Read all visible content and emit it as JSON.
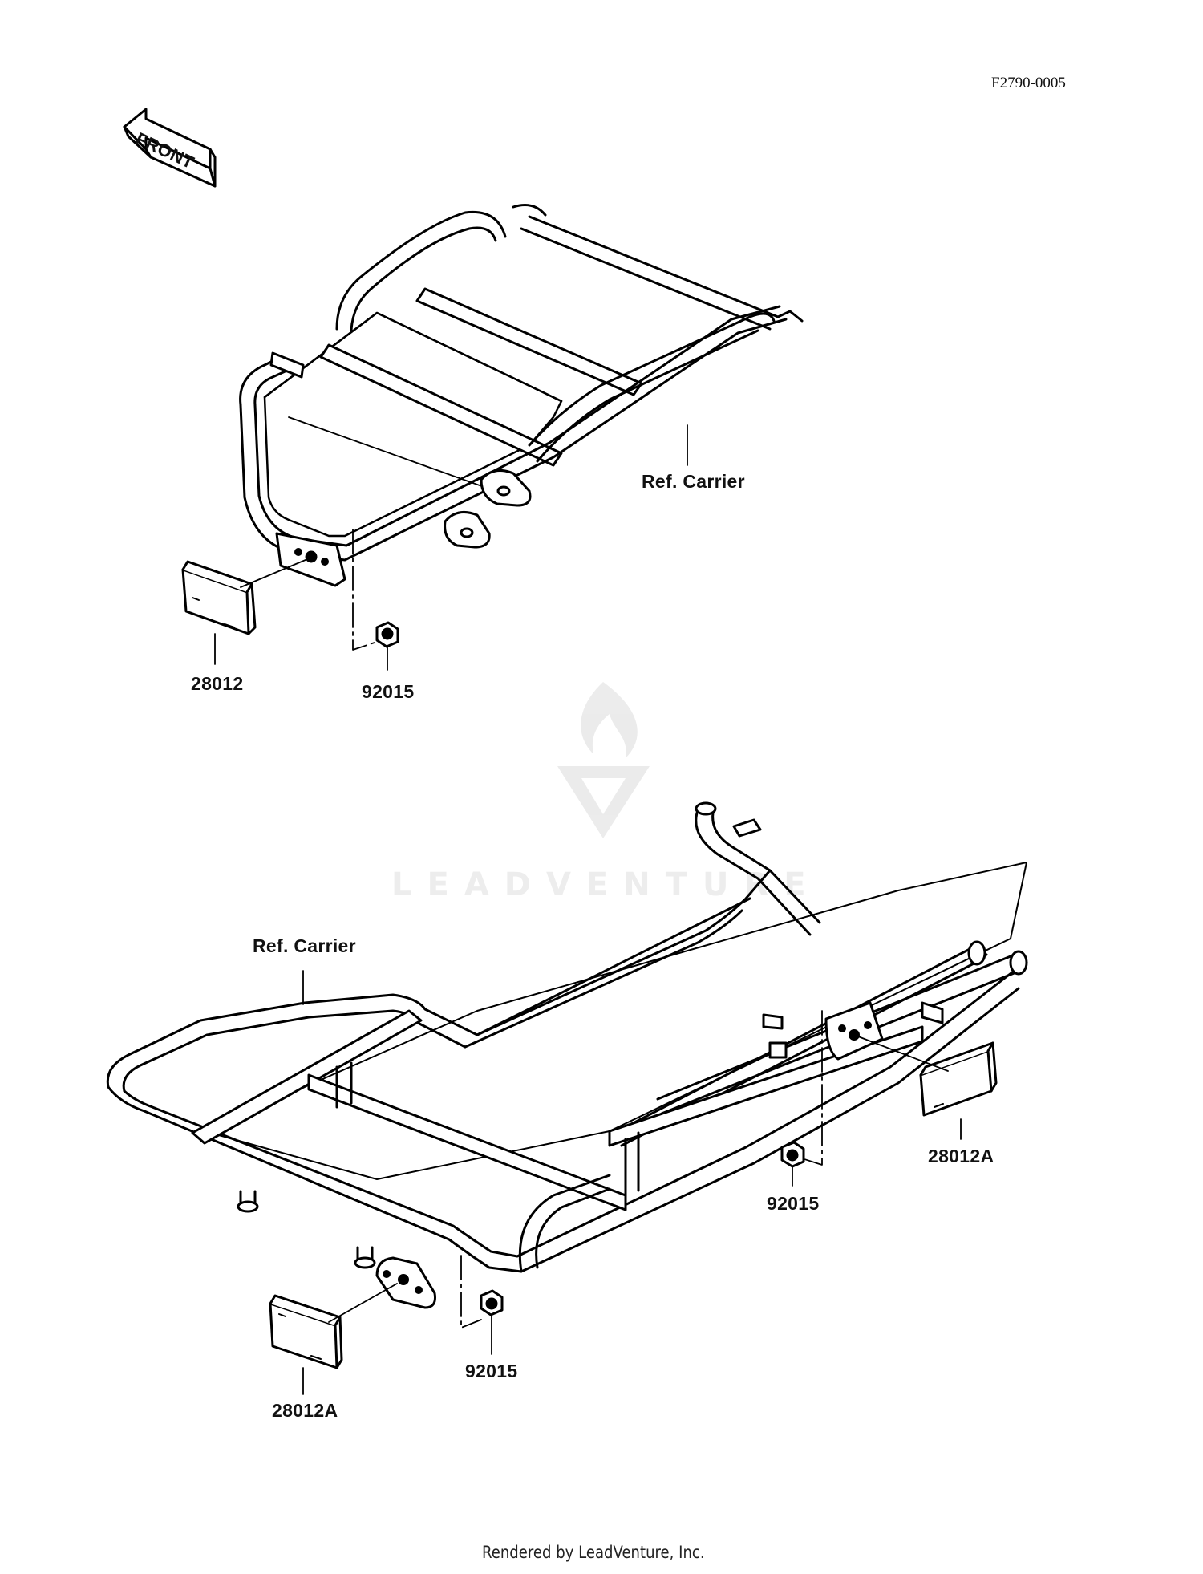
{
  "figure_code": "F2790-0005",
  "front_arrow_label": "FRONT",
  "watermark": {
    "brand": "LEADVENTURE"
  },
  "callouts": {
    "upper_carrier": "Ref. Carrier",
    "upper_reflector": "28012",
    "upper_nut": "92015",
    "lower_carrier": "Ref. Carrier",
    "lower_right_reflector": "28012A",
    "lower_right_nut": "92015",
    "lower_left_reflector": "28012A",
    "lower_left_nut": "92015"
  },
  "footer_credit": "Rendered by LeadVenture, Inc."
}
